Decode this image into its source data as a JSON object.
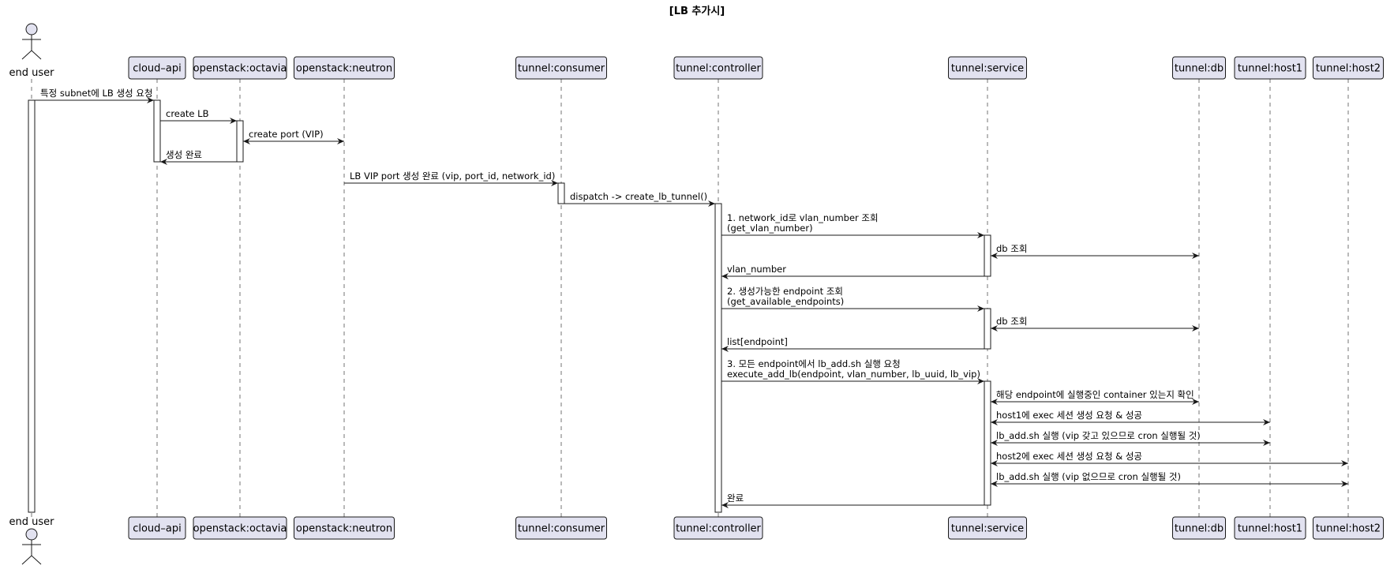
{
  "title": "[LB 추가시]",
  "participants": [
    {
      "id": "enduser",
      "label": "end user",
      "kind": "actor"
    },
    {
      "id": "cloudapi",
      "label": "cloud–api",
      "kind": "participant"
    },
    {
      "id": "octavia",
      "label": "openstack:octavia",
      "kind": "participant"
    },
    {
      "id": "neutron",
      "label": "openstack:neutron",
      "kind": "participant"
    },
    {
      "id": "consumer",
      "label": "tunnel:consumer",
      "kind": "participant"
    },
    {
      "id": "controller",
      "label": "tunnel:controller",
      "kind": "participant"
    },
    {
      "id": "service",
      "label": "tunnel:service",
      "kind": "participant"
    },
    {
      "id": "db",
      "label": "tunnel:db",
      "kind": "participant"
    },
    {
      "id": "host1",
      "label": "tunnel:host1",
      "kind": "participant"
    },
    {
      "id": "host2",
      "label": "tunnel:host2",
      "kind": "participant"
    }
  ],
  "messages": [
    {
      "from": "enduser",
      "to": "cloudapi",
      "lines": [
        "특정 subnet에 LB 생성 요청"
      ],
      "dir": "right"
    },
    {
      "from": "cloudapi",
      "to": "octavia",
      "lines": [
        "create LB"
      ],
      "dir": "right"
    },
    {
      "from": "octavia",
      "to": "neutron",
      "lines": [
        "create port (VIP)"
      ],
      "dir": "both"
    },
    {
      "from": "octavia",
      "to": "cloudapi",
      "lines": [
        "생성 완료"
      ],
      "dir": "left"
    },
    {
      "from": "neutron",
      "to": "consumer",
      "lines": [
        "LB VIP port 생성 완료 (vip, port_id, network_id)"
      ],
      "dir": "right"
    },
    {
      "from": "consumer",
      "to": "controller",
      "lines": [
        "dispatch -> create_lb_tunnel()"
      ],
      "dir": "right"
    },
    {
      "from": "controller",
      "to": "service",
      "lines": [
        "1. network_id로 vlan_number 조회",
        "(get_vlan_number)"
      ],
      "dir": "right"
    },
    {
      "from": "service",
      "to": "db",
      "lines": [
        "db 조회"
      ],
      "dir": "both"
    },
    {
      "from": "service",
      "to": "controller",
      "lines": [
        "vlan_number"
      ],
      "dir": "left"
    },
    {
      "from": "controller",
      "to": "service",
      "lines": [
        "2. 생성가능한 endpoint 조회",
        "(get_available_endpoints)"
      ],
      "dir": "right"
    },
    {
      "from": "service",
      "to": "db",
      "lines": [
        "db 조회"
      ],
      "dir": "both"
    },
    {
      "from": "service",
      "to": "controller",
      "lines": [
        "list[endpoint]"
      ],
      "dir": "left"
    },
    {
      "from": "controller",
      "to": "service",
      "lines": [
        "3. 모든 endpoint에서 lb_add.sh 실행 요청",
        "execute_add_lb(endpoint, vlan_number, lb_uuid, lb_vip)"
      ],
      "dir": "right"
    },
    {
      "from": "service",
      "to": "db",
      "lines": [
        "해당 endpoint에 실행중인 container 있는지 확인"
      ],
      "dir": "both"
    },
    {
      "from": "service",
      "to": "host1",
      "lines": [
        "host1에 exec 세션 생성 요청 & 성공"
      ],
      "dir": "both"
    },
    {
      "from": "service",
      "to": "host1",
      "lines": [
        "lb_add.sh 실행 (vip 갖고 있으므로 cron 실행될 것)"
      ],
      "dir": "both"
    },
    {
      "from": "service",
      "to": "host2",
      "lines": [
        "host2에 exec 세션 생성 요청 & 성공"
      ],
      "dir": "both"
    },
    {
      "from": "service",
      "to": "host2",
      "lines": [
        "lb_add.sh 실행 (vip 없으므로 cron 실행될 것)"
      ],
      "dir": "both"
    },
    {
      "from": "service",
      "to": "controller",
      "lines": [
        "완료"
      ],
      "dir": "left"
    }
  ]
}
